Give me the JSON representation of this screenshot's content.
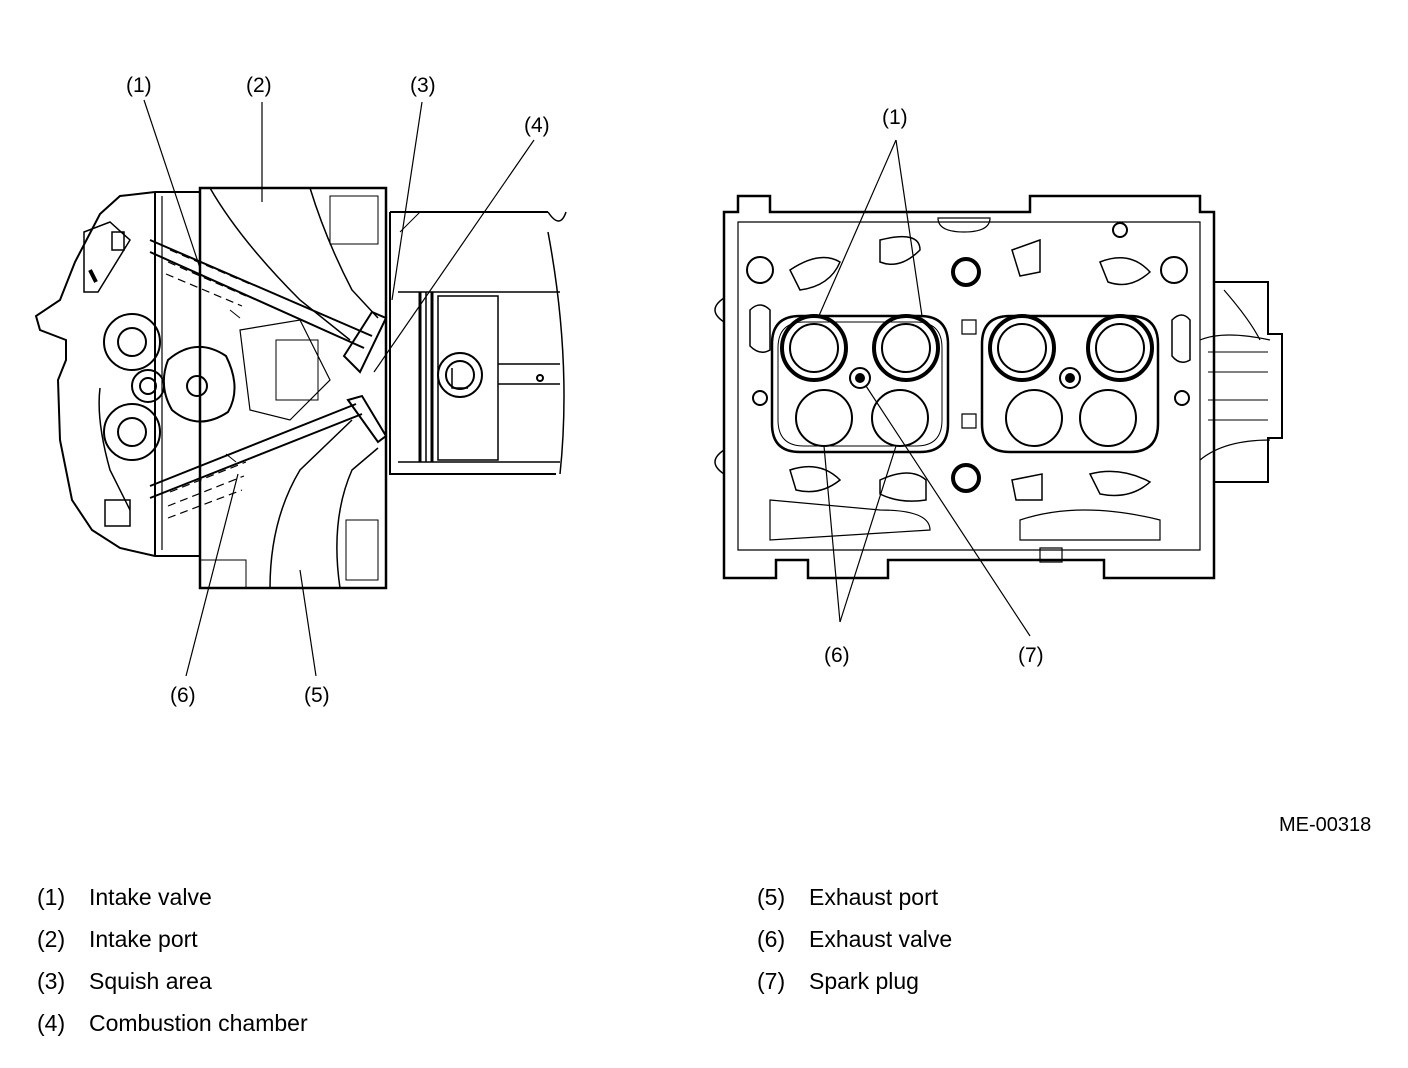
{
  "figure_id": "ME-00318",
  "left_view": {
    "callouts": [
      "(1)",
      "(2)",
      "(3)",
      "(4)",
      "(5)",
      "(6)"
    ]
  },
  "right_view": {
    "callouts": [
      "(1)",
      "(6)",
      "(7)"
    ]
  },
  "legend": {
    "left": [
      {
        "num": "(1)",
        "text": "Intake valve"
      },
      {
        "num": "(2)",
        "text": "Intake port"
      },
      {
        "num": "(3)",
        "text": "Squish area"
      },
      {
        "num": "(4)",
        "text": "Combustion chamber"
      }
    ],
    "right": [
      {
        "num": "(5)",
        "text": "Exhaust port"
      },
      {
        "num": "(6)",
        "text": "Exhaust valve"
      },
      {
        "num": "(7)",
        "text": "Spark plug"
      }
    ]
  }
}
